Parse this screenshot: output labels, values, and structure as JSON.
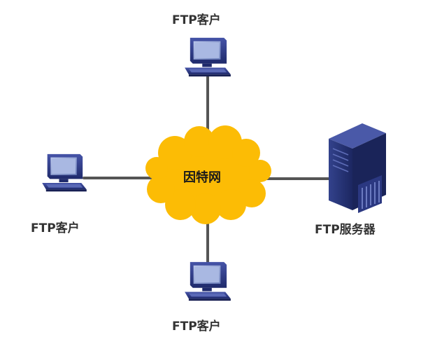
{
  "labels": {
    "client_top": "FTP客户",
    "client_left": "FTP客户",
    "client_bottom": "FTP客户",
    "server": "FTP服务器",
    "cloud": "因特网"
  },
  "colors": {
    "link_line": "#555555",
    "cloud_fill": "#fcbc05",
    "pc_body": "#2f3d8c",
    "pc_screen": "#93a4d2",
    "server_body": "#25326f"
  },
  "icons": {
    "client": "desktop-computer-icon",
    "server": "tower-server-icon",
    "network": "cloud-icon"
  }
}
